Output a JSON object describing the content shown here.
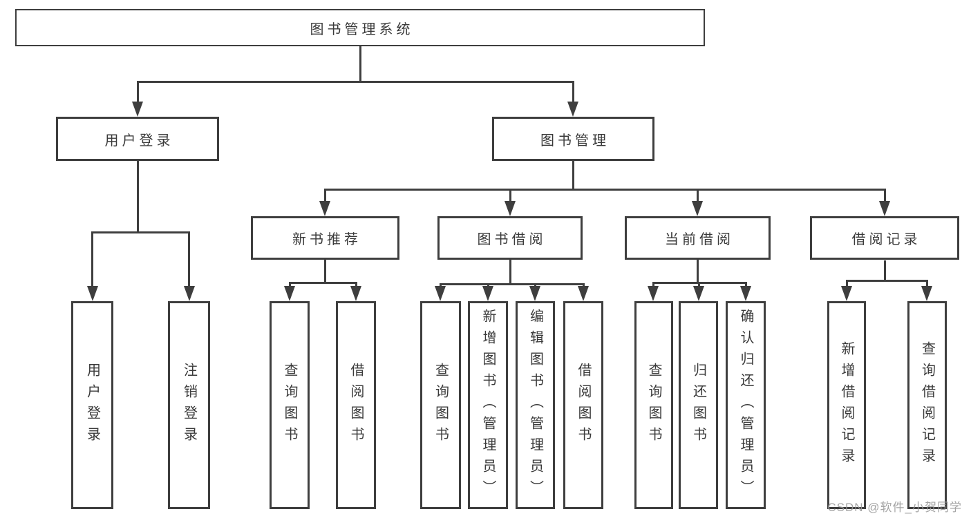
{
  "watermark": {
    "text": "CSDN @软件_小贺同学",
    "color": "#9b9b9b"
  },
  "colors": {
    "line": "#3e3e3e",
    "text": "#3a3a3a",
    "background": "#ffffff"
  },
  "tree": {
    "root": {
      "label": "图书管理系统"
    },
    "level1": {
      "user": {
        "label": "用户登录"
      },
      "book": {
        "label": "图书管理"
      }
    },
    "user_children": {
      "login": {
        "label": "用户登录"
      },
      "logout": {
        "label": "注销登录"
      }
    },
    "level2": {
      "recommend": {
        "label": "新书推荐"
      },
      "borrow": {
        "label": "图书借阅"
      },
      "current": {
        "label": "当前借阅"
      },
      "records": {
        "label": "借阅记录"
      }
    },
    "leaves": {
      "recommend_query": {
        "label": "查询图书"
      },
      "recommend_borrow": {
        "label": "借阅图书"
      },
      "borrow_query": {
        "label": "查询图书"
      },
      "borrow_add": {
        "label": "新增图书（管理员）"
      },
      "borrow_edit": {
        "label": "编辑图书（管理员）"
      },
      "borrow_lend": {
        "label": "借阅图书"
      },
      "current_query": {
        "label": "查询图书"
      },
      "current_return": {
        "label": "归还图书"
      },
      "current_confirm": {
        "label": "确认归还（管理员）"
      },
      "records_add": {
        "label": "新增借阅记录"
      },
      "records_query": {
        "label": "查询借阅记录"
      }
    }
  }
}
